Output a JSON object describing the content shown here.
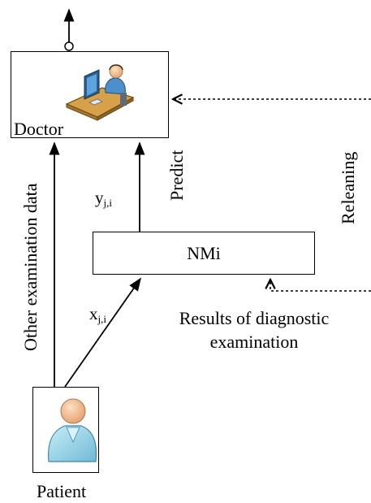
{
  "doctor": {
    "label": "Doctor"
  },
  "patient": {
    "label": "Patient"
  },
  "nm_box": {
    "label": "NMi"
  },
  "labels": {
    "other_examination": "Other examination data",
    "predict": "Predict",
    "releaning": "Releaning",
    "results_line1": "Results of  diagnostic",
    "results_line2": "examination",
    "y_var": "y",
    "y_sub": "j,i",
    "x_var": "x",
    "x_sub": "j,i"
  },
  "icons": {
    "doctor": "doctor-at-computer-icon",
    "patient": "patient-person-icon"
  },
  "colors": {
    "line": "#000000",
    "doctor_skin": "#f2b58c",
    "desk": "#d7a14a",
    "monitor": "#3f82c4",
    "patient_shirt": "#a8dced",
    "patient_face": "#f2c49a"
  }
}
